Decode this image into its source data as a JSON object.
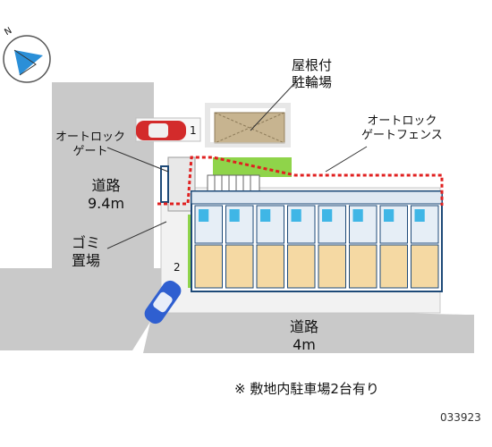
{
  "compass": {
    "label": "N",
    "icon": "north-arrow-icon"
  },
  "labels": {
    "covered_bicycle_parking": "屋根付\n駐輪場",
    "autolock_gate": "オートロック\nゲート",
    "autolock_gate_fence": "オートロック\nゲートフェンス",
    "road_main": "道路\n9.4m",
    "garbage_area": "ゴミ\n置場",
    "road_bottom": "道路\n4m",
    "parking_spot_1": "1",
    "parking_spot_2": "2",
    "note": "※ 敷地内駐車場2台有り",
    "code": "033923"
  },
  "colors": {
    "road": "#c9c9c9",
    "building_blue": "#1e4a78",
    "unit_orange": "#f5d9a3",
    "fence_red": "#e02020",
    "grass_green": "#8fd44a",
    "bicycle_roof": "#c7b490",
    "car_red": "#d32b2b",
    "car_blue": "#2f5fd0",
    "water_blue": "#3fb6e6"
  },
  "building": {
    "units_per_row": 8
  }
}
